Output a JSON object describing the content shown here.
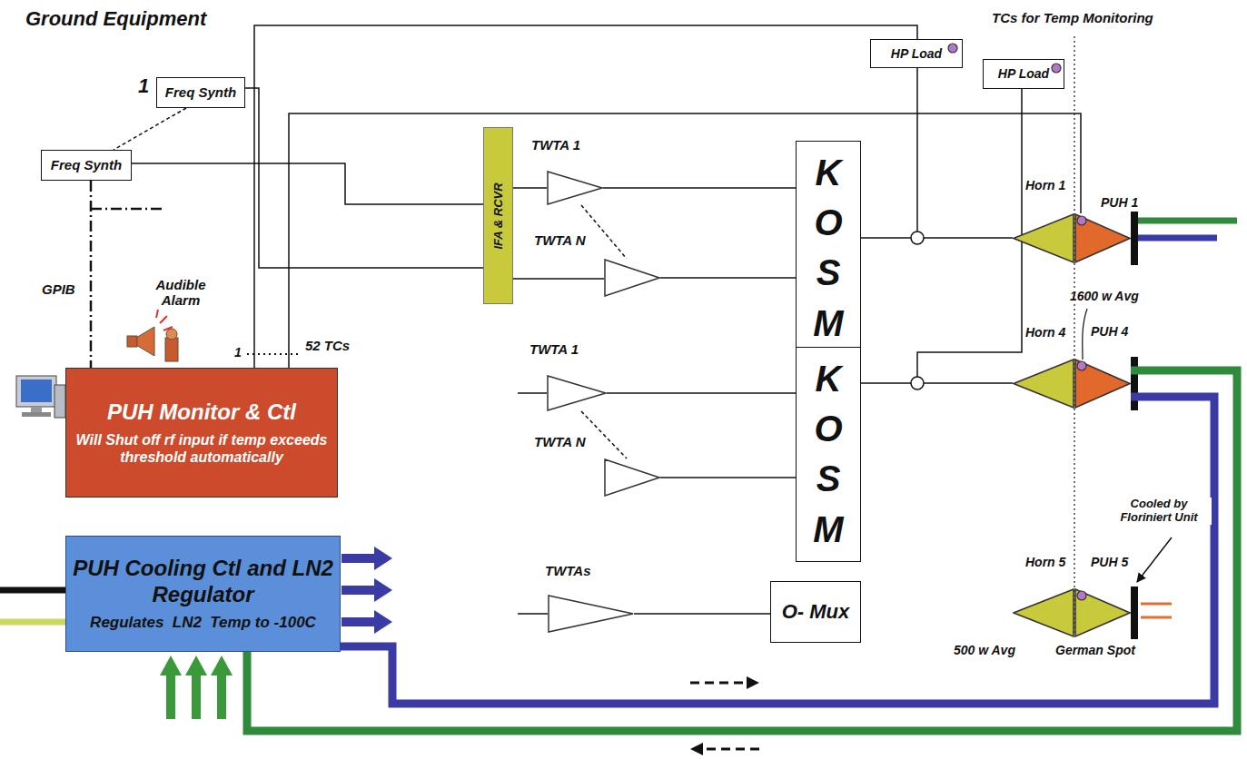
{
  "diagram": {
    "title": "Ground Equipment",
    "nodes": [
      {
        "text": [
          "Freq Synth"
        ]
      },
      {
        "text": [
          "Freq Synth"
        ]
      },
      {
        "text": [
          "PUH Monitor & Ctl",
          "Will Shut off rf input if temp exceeds threshold automatically"
        ]
      },
      {
        "text": [
          "PUH Cooling Ctl and LN2 Regulator",
          "Regulates  LN2  Temp to -100C"
        ]
      },
      {
        "text": [
          "IFA & RCVR"
        ]
      },
      {
        "text": [
          "TWTA 1"
        ]
      },
      {
        "text": [
          "TWTA N"
        ]
      },
      {
        "text": [
          "K O S M"
        ]
      },
      {
        "text": [
          "TWTA 1"
        ]
      },
      {
        "text": [
          "TWTA N"
        ]
      },
      {
        "text": [
          "K O S M"
        ]
      },
      {
        "text": [
          "TWTAs"
        ]
      },
      {
        "text": [
          "O- Mux"
        ]
      },
      {
        "text": [
          "HP Load"
        ]
      },
      {
        "text": [
          "HP Load"
        ]
      },
      {
        "text": [
          "Horn 1"
        ]
      },
      {
        "text": [
          "PUH 1"
        ]
      },
      {
        "text": [
          "Horn 4"
        ]
      },
      {
        "text": [
          "PUH 4"
        ]
      },
      {
        "text": [
          "Horn 5"
        ]
      },
      {
        "text": [
          "PUH 5"
        ]
      }
    ],
    "edges": [
      {
        "from": 0,
        "to": 1,
        "arrow": "none"
      },
      {
        "from": 1,
        "to": 2,
        "arrow": "none"
      },
      {
        "from": 0,
        "to": 4,
        "arrow": "none"
      },
      {
        "from": 1,
        "to": 4,
        "arrow": "none"
      },
      {
        "from": 4,
        "to": 5,
        "arrow": "none"
      },
      {
        "from": 4,
        "to": 6,
        "arrow": "none"
      },
      {
        "from": 5,
        "to": 6,
        "arrow": "none"
      },
      {
        "from": 5,
        "to": 7,
        "arrow": "none"
      },
      {
        "from": 6,
        "to": 7,
        "arrow": "none"
      },
      {
        "from": 8,
        "to": 9,
        "arrow": "none"
      },
      {
        "from": 8,
        "to": 10,
        "arrow": "none"
      },
      {
        "from": 9,
        "to": 10,
        "arrow": "none"
      },
      {
        "from": 11,
        "to": 12,
        "arrow": "none"
      },
      {
        "from": 7,
        "to": 15,
        "arrow": "none"
      },
      {
        "from": 10,
        "to": 17,
        "arrow": "none"
      },
      {
        "from": 2,
        "to": 13,
        "arrow": "none"
      },
      {
        "from": 2,
        "to": 16,
        "arrow": "none"
      },
      {
        "from": 3,
        "to": 18,
        "arrow": "none"
      },
      {
        "from": 3,
        "to": 18,
        "arrow": "none"
      }
    ],
    "labels": [
      "1",
      "GPIB",
      "Audible Alarm",
      "1",
      "52 TCs",
      "TCs for Temp Monitoring",
      "1600 w Avg",
      "Cooled by Floriniert Unit",
      "500 w Avg",
      "German Spot"
    ]
  }
}
